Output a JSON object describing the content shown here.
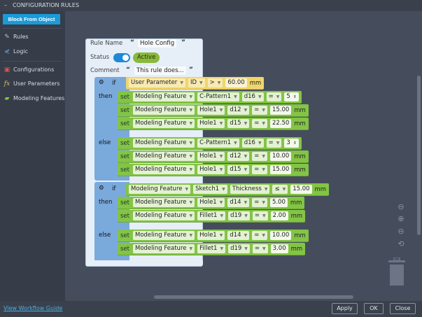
{
  "window": {
    "title": "CONFIGURATION RULES"
  },
  "sidebar": {
    "block_button": "Block From Object",
    "items": [
      {
        "label": "Rules",
        "icon": "pen-icon"
      },
      {
        "label": "Logic",
        "icon": "logic-nodes-icon"
      },
      {
        "label": "Configurations",
        "icon": "configurations-icon"
      },
      {
        "label": "User Parameters",
        "icon": "fx-icon"
      },
      {
        "label": "Modeling Features",
        "icon": "modeling-features-icon"
      }
    ]
  },
  "rule": {
    "name_label": "Rule Name",
    "name_value": "Hole Config",
    "status_label": "Status",
    "status_on": true,
    "status_badge": "Active",
    "comment_label": "Comment",
    "comment_value": "This rule does...",
    "open_quote": "“",
    "close_quote": "”",
    "kw_if": "if",
    "kw_then": "then",
    "kw_else": "else",
    "kw_set": "set"
  },
  "blocks": [
    {
      "condition": [
        {
          "t": "User Parameter",
          "k": "dd"
        },
        {
          "t": "ID",
          "k": "dd"
        },
        {
          "t": ">",
          "k": "dd"
        },
        {
          "t": "60.00",
          "k": "val"
        },
        {
          "t": "mm",
          "k": "unit"
        }
      ],
      "then": [
        [
          {
            "t": "Modeling Feature",
            "k": "dd"
          },
          {
            "t": "C-Pattern1",
            "k": "dd"
          },
          {
            "t": "d16",
            "k": "dd"
          },
          {
            "t": "=",
            "k": "dd"
          },
          {
            "t": "5",
            "k": "step"
          }
        ],
        [
          {
            "t": "Modeling Feature",
            "k": "dd"
          },
          {
            "t": "Hole1",
            "k": "dd"
          },
          {
            "t": "d12",
            "k": "dd"
          },
          {
            "t": "=",
            "k": "dd"
          },
          {
            "t": "15.00",
            "k": "val"
          },
          {
            "t": "mm",
            "k": "unit"
          }
        ],
        [
          {
            "t": "Modeling Feature",
            "k": "dd"
          },
          {
            "t": "Hole1",
            "k": "dd"
          },
          {
            "t": "d15",
            "k": "dd"
          },
          {
            "t": "=",
            "k": "dd"
          },
          {
            "t": "22.50",
            "k": "val"
          },
          {
            "t": "mm",
            "k": "unit"
          }
        ]
      ],
      "else": [
        [
          {
            "t": "Modeling Feature",
            "k": "dd"
          },
          {
            "t": "C-Pattern1",
            "k": "dd"
          },
          {
            "t": "d16",
            "k": "dd"
          },
          {
            "t": "=",
            "k": "dd"
          },
          {
            "t": "3",
            "k": "step"
          }
        ],
        [
          {
            "t": "Modeling Feature",
            "k": "dd"
          },
          {
            "t": "Hole1",
            "k": "dd"
          },
          {
            "t": "d12",
            "k": "dd"
          },
          {
            "t": "=",
            "k": "dd"
          },
          {
            "t": "10.00",
            "k": "val"
          },
          {
            "t": "mm",
            "k": "unit"
          }
        ],
        [
          {
            "t": "Modeling Feature",
            "k": "dd"
          },
          {
            "t": "Hole1",
            "k": "dd"
          },
          {
            "t": "d15",
            "k": "dd"
          },
          {
            "t": "=",
            "k": "dd"
          },
          {
            "t": "15.00",
            "k": "val"
          },
          {
            "t": "mm",
            "k": "unit"
          }
        ]
      ]
    },
    {
      "condition": [
        {
          "t": "Modeling Feature",
          "k": "dd"
        },
        {
          "t": "Sketch1",
          "k": "dd"
        },
        {
          "t": "Thickness",
          "k": "dd"
        },
        {
          "t": "≤",
          "k": "dd"
        },
        {
          "t": "15.00",
          "k": "val"
        },
        {
          "t": "mm",
          "k": "unit"
        }
      ],
      "then": [
        [
          {
            "t": "Modeling Feature",
            "k": "dd"
          },
          {
            "t": "Hole1",
            "k": "dd"
          },
          {
            "t": "d14",
            "k": "dd"
          },
          {
            "t": "=",
            "k": "dd"
          },
          {
            "t": "5.00",
            "k": "val"
          },
          {
            "t": "mm",
            "k": "unit"
          }
        ],
        [
          {
            "t": "Modeling Feature",
            "k": "dd"
          },
          {
            "t": "Fillet1",
            "k": "dd"
          },
          {
            "t": "d19",
            "k": "dd"
          },
          {
            "t": "=",
            "k": "dd"
          },
          {
            "t": "2.00",
            "k": "val"
          },
          {
            "t": "mm",
            "k": "unit"
          }
        ]
      ],
      "else": [
        [
          {
            "t": "Modeling Feature",
            "k": "dd"
          },
          {
            "t": "Hole1",
            "k": "dd"
          },
          {
            "t": "d14",
            "k": "dd"
          },
          {
            "t": "=",
            "k": "dd"
          },
          {
            "t": "10.00",
            "k": "val"
          },
          {
            "t": "mm",
            "k": "unit"
          }
        ],
        [
          {
            "t": "Modeling Feature",
            "k": "dd"
          },
          {
            "t": "Fillet1",
            "k": "dd"
          },
          {
            "t": "d19",
            "k": "dd"
          },
          {
            "t": "=",
            "k": "dd"
          },
          {
            "t": "3.00",
            "k": "val"
          },
          {
            "t": "mm",
            "k": "unit"
          }
        ]
      ]
    }
  ],
  "footer": {
    "guide_link": "View Workflow Guide",
    "apply": "Apply",
    "ok": "OK",
    "close": "Close"
  },
  "colors": {
    "accent": "#1b9ad8",
    "set_block": "#83c445",
    "condition_block": "#f0d56a",
    "if_block": "#7aa9dc"
  }
}
